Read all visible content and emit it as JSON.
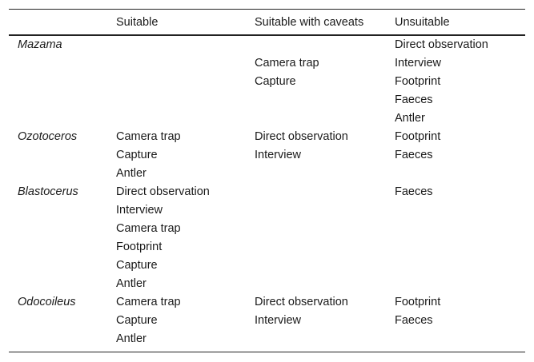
{
  "header": {
    "col0": "",
    "col1": "Suitable",
    "col2": "Suitable with caveats",
    "col3": "Unsuitable"
  },
  "rows": [
    {
      "species": "Mazama",
      "suitable": [],
      "caveats": [
        "Camera trap",
        "Capture"
      ],
      "unsuitable": [
        "Direct observation",
        "Interview",
        "Footprint",
        "Faeces",
        "Antler"
      ]
    },
    {
      "species": "Ozotoceros",
      "suitable": [
        "Camera trap",
        "Capture",
        "Antler"
      ],
      "caveats": [
        "Direct observation",
        "Interview"
      ],
      "unsuitable": [
        "Footprint",
        "Faeces"
      ]
    },
    {
      "species": "Blastocerus",
      "suitable": [
        "Direct observation",
        "Interview",
        "Camera trap",
        "Footprint",
        "Capture",
        "Antler"
      ],
      "caveats": [],
      "unsuitable": [
        "Faeces"
      ]
    },
    {
      "species": "Odocoileus",
      "suitable": [
        "Camera trap",
        "Capture",
        "Antler"
      ],
      "caveats": [
        "Direct observation",
        "Interview"
      ],
      "unsuitable": [
        "Footprint",
        "Faeces"
      ]
    }
  ]
}
